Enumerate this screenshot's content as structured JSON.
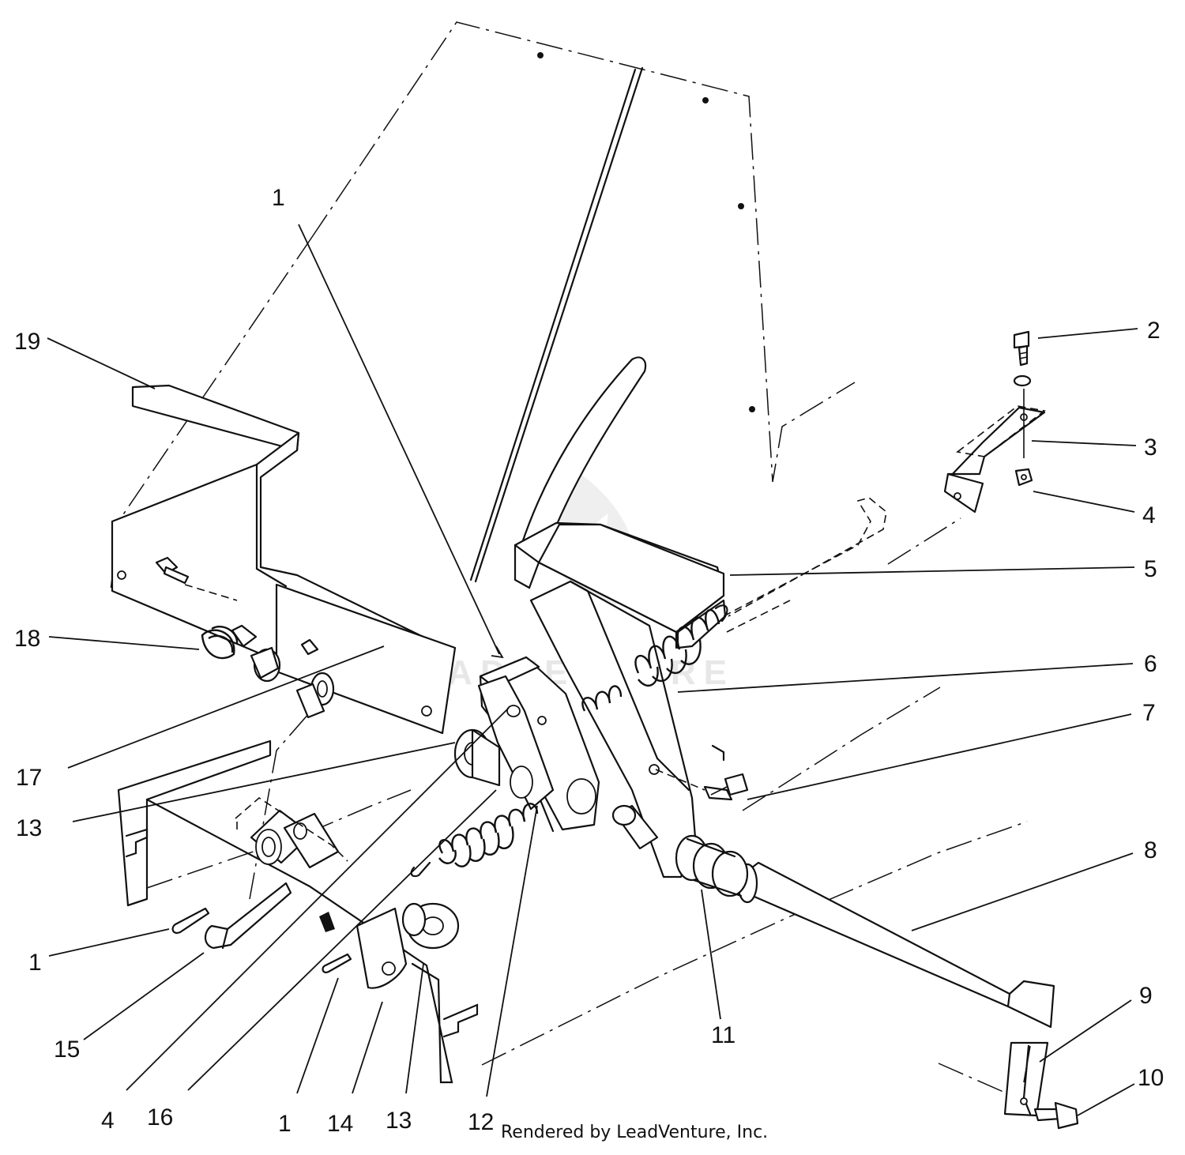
{
  "diagram": {
    "watermark": "LEADVENTURE",
    "credit": "Rendered by LeadVenture, Inc.",
    "callouts": {
      "c1_top": "1",
      "c2": "2",
      "c3": "3",
      "c4_right": "4",
      "c5": "5",
      "c6": "6",
      "c7": "7",
      "c8": "8",
      "c9": "9",
      "c10": "10",
      "c11": "11",
      "c12": "12",
      "c13_mid": "13",
      "c13_bottom": "13",
      "c14": "14",
      "c15": "15",
      "c16": "16",
      "c17": "17",
      "c18": "18",
      "c19": "19",
      "c1_left": "1",
      "c1_bottom": "1",
      "c4_bottom": "4"
    }
  }
}
